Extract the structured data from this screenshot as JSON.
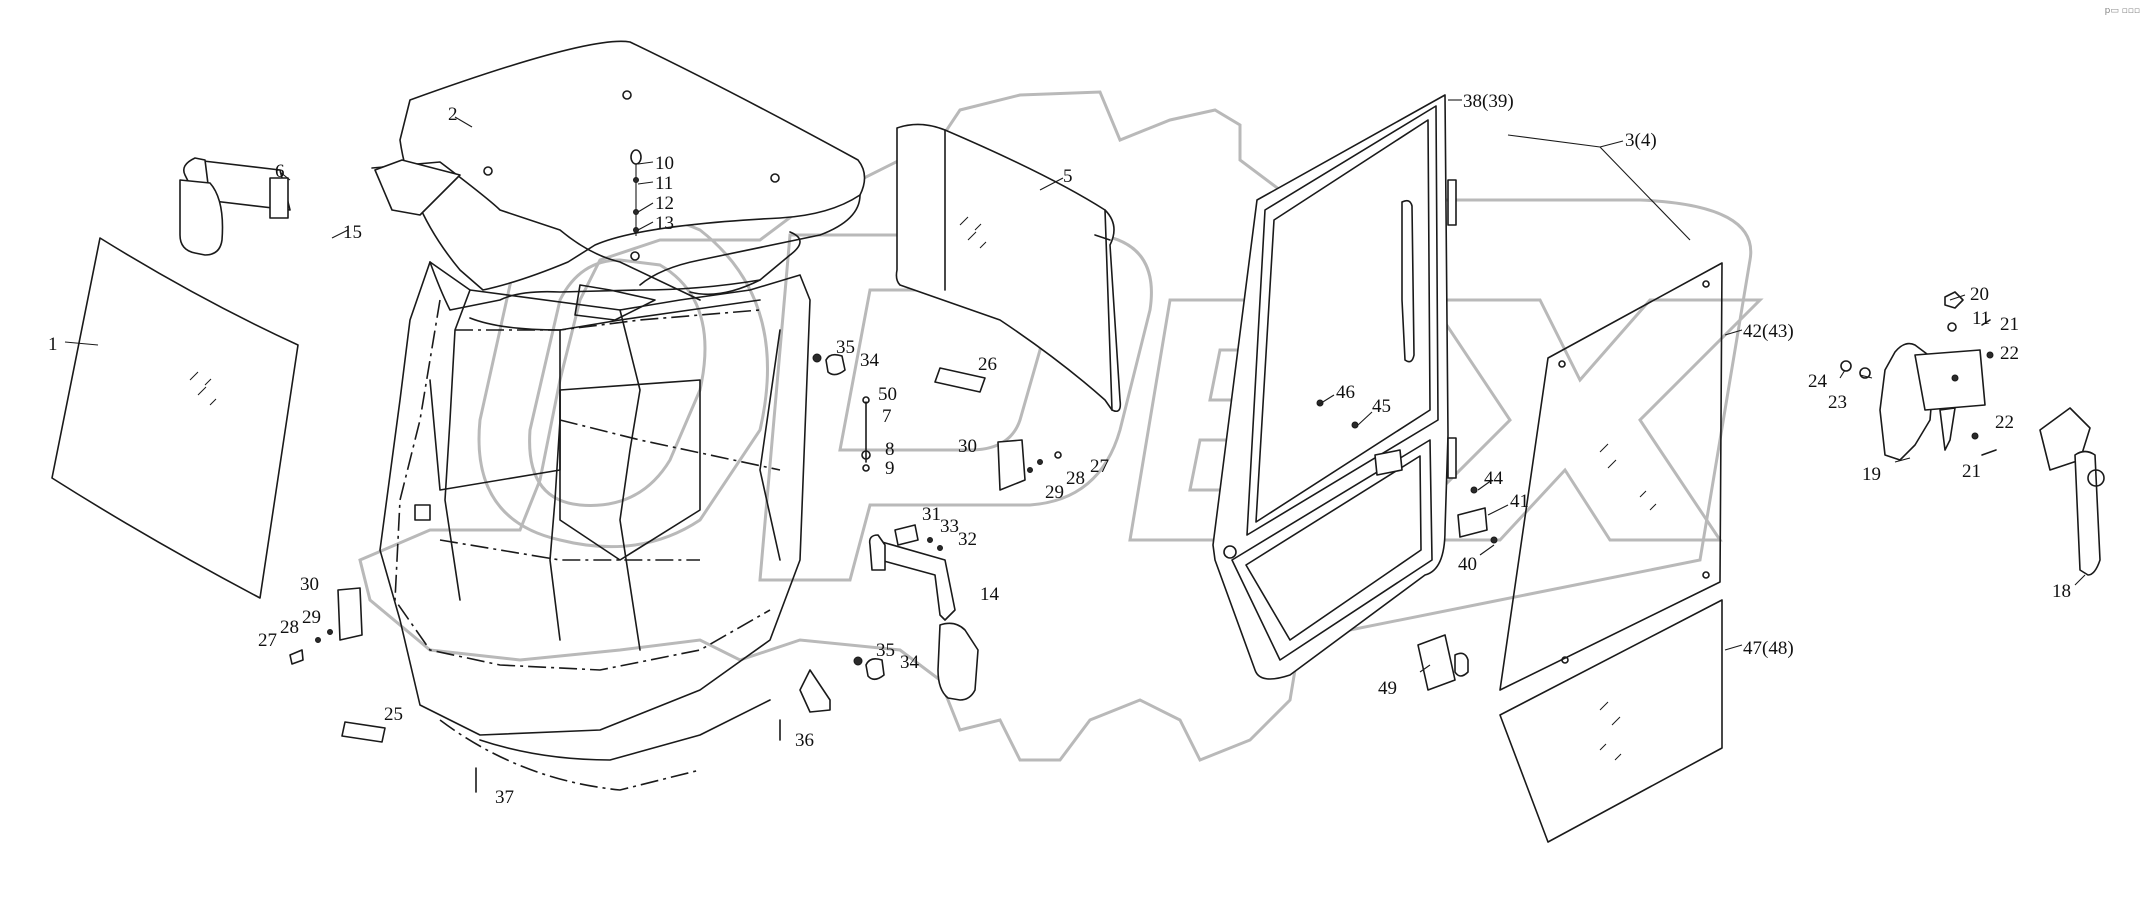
{
  "diagram": {
    "corner_mark": "p▭ ▫▫▫",
    "watermark_text": "OPEX",
    "callouts": [
      {
        "id": "c1",
        "text": "1"
      },
      {
        "id": "c2",
        "text": "2"
      },
      {
        "id": "c5",
        "text": "5"
      },
      {
        "id": "c6",
        "text": "6"
      },
      {
        "id": "c10",
        "text": "10"
      },
      {
        "id": "c11a",
        "text": "11"
      },
      {
        "id": "c12",
        "text": "12"
      },
      {
        "id": "c13",
        "text": "13"
      },
      {
        "id": "c15",
        "text": "15"
      },
      {
        "id": "c3839",
        "text": "38(39)"
      },
      {
        "id": "c34",
        "text": "3(4)"
      },
      {
        "id": "c35a",
        "text": "35"
      },
      {
        "id": "c34a",
        "text": "34"
      },
      {
        "id": "c26",
        "text": "26"
      },
      {
        "id": "c50",
        "text": "50"
      },
      {
        "id": "c7",
        "text": "7"
      },
      {
        "id": "c8",
        "text": "8"
      },
      {
        "id": "c9",
        "text": "9"
      },
      {
        "id": "c30a",
        "text": "30"
      },
      {
        "id": "c27a",
        "text": "27"
      },
      {
        "id": "c28a",
        "text": "28"
      },
      {
        "id": "c29a",
        "text": "29"
      },
      {
        "id": "c31",
        "text": "31"
      },
      {
        "id": "c33",
        "text": "33"
      },
      {
        "id": "c32",
        "text": "32"
      },
      {
        "id": "c14",
        "text": "14"
      },
      {
        "id": "c30b",
        "text": "30"
      },
      {
        "id": "c29b",
        "text": "29"
      },
      {
        "id": "c28b",
        "text": "28"
      },
      {
        "id": "c27b",
        "text": "27"
      },
      {
        "id": "c35b",
        "text": "35"
      },
      {
        "id": "c34b",
        "text": "34"
      },
      {
        "id": "c25",
        "text": "25"
      },
      {
        "id": "c36",
        "text": "36"
      },
      {
        "id": "c37",
        "text": "37"
      },
      {
        "id": "c46",
        "text": "46"
      },
      {
        "id": "c45",
        "text": "45"
      },
      {
        "id": "c44",
        "text": "44"
      },
      {
        "id": "c41",
        "text": "41"
      },
      {
        "id": "c40",
        "text": "40"
      },
      {
        "id": "c49",
        "text": "49"
      },
      {
        "id": "c4243",
        "text": "42(43)"
      },
      {
        "id": "c4748",
        "text": "47(48)"
      },
      {
        "id": "c20",
        "text": "20"
      },
      {
        "id": "c11b",
        "text": "11"
      },
      {
        "id": "c21a",
        "text": "21"
      },
      {
        "id": "c22a",
        "text": "22"
      },
      {
        "id": "c24",
        "text": "24"
      },
      {
        "id": "c23",
        "text": "23"
      },
      {
        "id": "c22b",
        "text": "22"
      },
      {
        "id": "c21b",
        "text": "21"
      },
      {
        "id": "c19",
        "text": "19"
      },
      {
        "id": "c18",
        "text": "18"
      }
    ]
  }
}
